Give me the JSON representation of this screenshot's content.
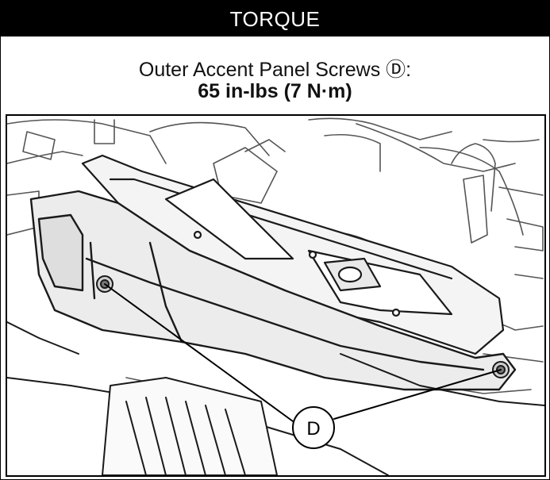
{
  "header": {
    "title": "TORQUE"
  },
  "spec": {
    "item": "Outer Accent Panel Screws Ⓓ:",
    "value": "65 in-lbs (7 N·m)"
  },
  "figure": {
    "callouts": [
      {
        "label": "D"
      }
    ]
  }
}
